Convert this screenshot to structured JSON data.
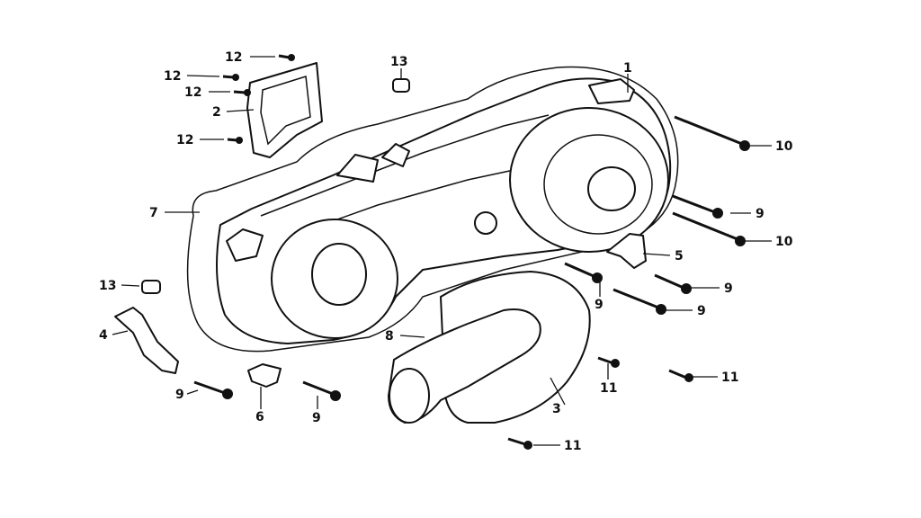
{
  "diagram": {
    "background": "#ffffff",
    "ink": "#111111",
    "callouts": [
      {
        "id": "c1",
        "text": "1"
      },
      {
        "id": "c2",
        "text": "2"
      },
      {
        "id": "c3",
        "text": "3"
      },
      {
        "id": "c4",
        "text": "4"
      },
      {
        "id": "c5",
        "text": "5"
      },
      {
        "id": "c6",
        "text": "6"
      },
      {
        "id": "c7",
        "text": "7"
      },
      {
        "id": "c8",
        "text": "8"
      },
      {
        "id": "c9a",
        "text": "9"
      },
      {
        "id": "c9b",
        "text": "9"
      },
      {
        "id": "c9c",
        "text": "9"
      },
      {
        "id": "c9d",
        "text": "9"
      },
      {
        "id": "c9e",
        "text": "9"
      },
      {
        "id": "c9f",
        "text": "9"
      },
      {
        "id": "c10a",
        "text": "10"
      },
      {
        "id": "c10b",
        "text": "10"
      },
      {
        "id": "c11a",
        "text": "11"
      },
      {
        "id": "c11b",
        "text": "11"
      },
      {
        "id": "c11c",
        "text": "11"
      },
      {
        "id": "c12a",
        "text": "12"
      },
      {
        "id": "c12b",
        "text": "12"
      },
      {
        "id": "c12c",
        "text": "12"
      },
      {
        "id": "c12d",
        "text": "12"
      },
      {
        "id": "c13a",
        "text": "13"
      },
      {
        "id": "c13b",
        "text": "13"
      }
    ]
  }
}
